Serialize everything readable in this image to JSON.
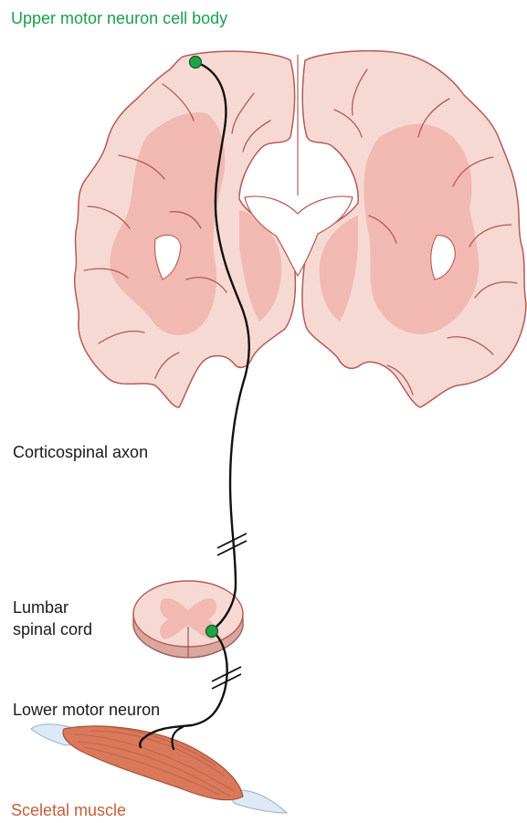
{
  "labels": {
    "upper_motor_neuron": "Upper motor neuron cell body",
    "corticospinal_axon": "Corticospinal axon",
    "lumbar_line1": "Lumbar",
    "lumbar_line2": "spinal cord",
    "lower_motor_neuron": "Lower motor neuron",
    "muscle": "Sceletal muscle"
  },
  "colors": {
    "upper_label": "#17a24a",
    "muscle_label": "#c0603a",
    "neuron_dot": "#1fa24a",
    "brain_fill": "#f7d9d3",
    "brain_white_matter": "#f2b8b2",
    "brain_outline": "#b55a55",
    "muscle_fill": "#d9785a",
    "tendon": "#cfe3f2"
  }
}
